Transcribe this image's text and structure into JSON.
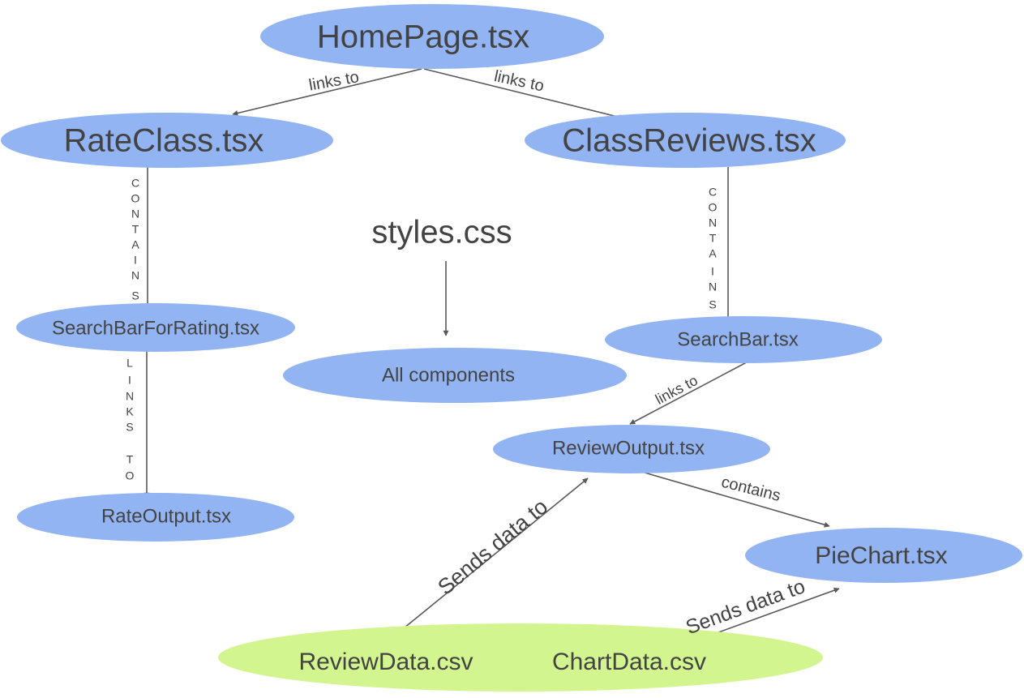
{
  "colors": {
    "node_fill": "#93b4f2",
    "data_fill": "#d3f58f",
    "text": "#434343",
    "edge": "#595959"
  },
  "nodes": {
    "homepage": "HomePage.tsx",
    "rateclass": "RateClass.tsx",
    "classreviews": "ClassReviews.tsx",
    "styles": "styles.css",
    "searchbar_rating": "SearchBarForRating.tsx",
    "all_components": "All components",
    "searchbar": "SearchBar.tsx",
    "reviewoutput": "ReviewOutput.tsx",
    "rateoutput": "RateOutput.tsx",
    "piechart": "PieChart.tsx",
    "reviewdata": "ReviewData.csv",
    "chartdata": "ChartData.csv"
  },
  "edges": {
    "home_to_rateclass": "links to",
    "home_to_classreviews": "links to",
    "rateclass_contains": [
      "C",
      "O",
      "N",
      "T",
      "A",
      "I",
      "N",
      "S"
    ],
    "classreviews_contains": [
      "C",
      "O",
      "N",
      "T",
      "A",
      "I",
      "N",
      "S"
    ],
    "searchbar_rating_links": [
      "L",
      "I",
      "N",
      "K",
      "S",
      "",
      "T",
      "O"
    ],
    "searchbar_to_reviewoutput": "links to",
    "reviewoutput_to_piechart": "contains",
    "reviewdata_to_reviewoutput": "Sends data to",
    "chartdata_to_piechart": "Sends data to"
  }
}
